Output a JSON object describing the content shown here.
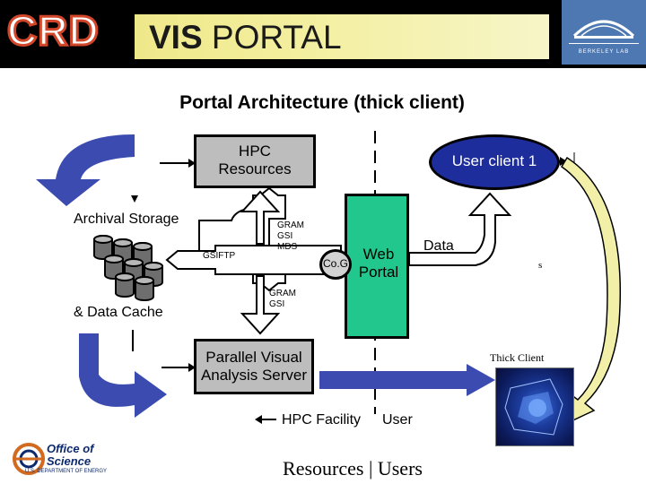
{
  "header": {
    "crd_logo": "CRD",
    "vis_prefix": "VIS",
    "vis_suffix": "PORTAL",
    "lab_logo_text": "BERKELEY LAB"
  },
  "title": "Portal Architecture (thick client)",
  "diagram": {
    "hpc_resources": [
      "HPC",
      "Resources"
    ],
    "user_client": "User client 1",
    "archival_storage": "Archival Storage",
    "data_cache": "& Data Cache",
    "gsiftp": "GSIFTP",
    "gram_gsi_mds": [
      "GRAM",
      "GSI",
      "MDS"
    ],
    "gram_gsi": [
      "GRAM",
      "GSI"
    ],
    "cog": "Co.G",
    "web_portal": [
      "Web",
      "Portal"
    ],
    "data": "Data",
    "pvas": [
      "Parallel Visual",
      "Analysis Server"
    ],
    "thick_client": "Thick Client",
    "hpc_facility": "HPC Facility",
    "user": "User",
    "stray_mark": "s"
  },
  "footer": {
    "doe_line1": "Office of",
    "doe_line2": "Science",
    "doe_sub": "U.S. DEPARTMENT OF ENERGY",
    "caption": "Resources | Users"
  },
  "colors": {
    "crd_red": "#d2462a",
    "banner_yellow": "#efe88a",
    "lab_blue": "#4e78b2",
    "arrow_blue": "#3b4bb0",
    "box_gray": "#bdbdbd",
    "portal_green": "#22c78e",
    "user_blue": "#1e2d9c",
    "curve_yellow": "#f2f0a8"
  },
  "icons": [
    "curved-blue-arrow-icon",
    "data-cylinder-icon",
    "yellow-curved-arrow-icon",
    "doe-logo-icon",
    "berkeley-lab-logo-icon"
  ]
}
